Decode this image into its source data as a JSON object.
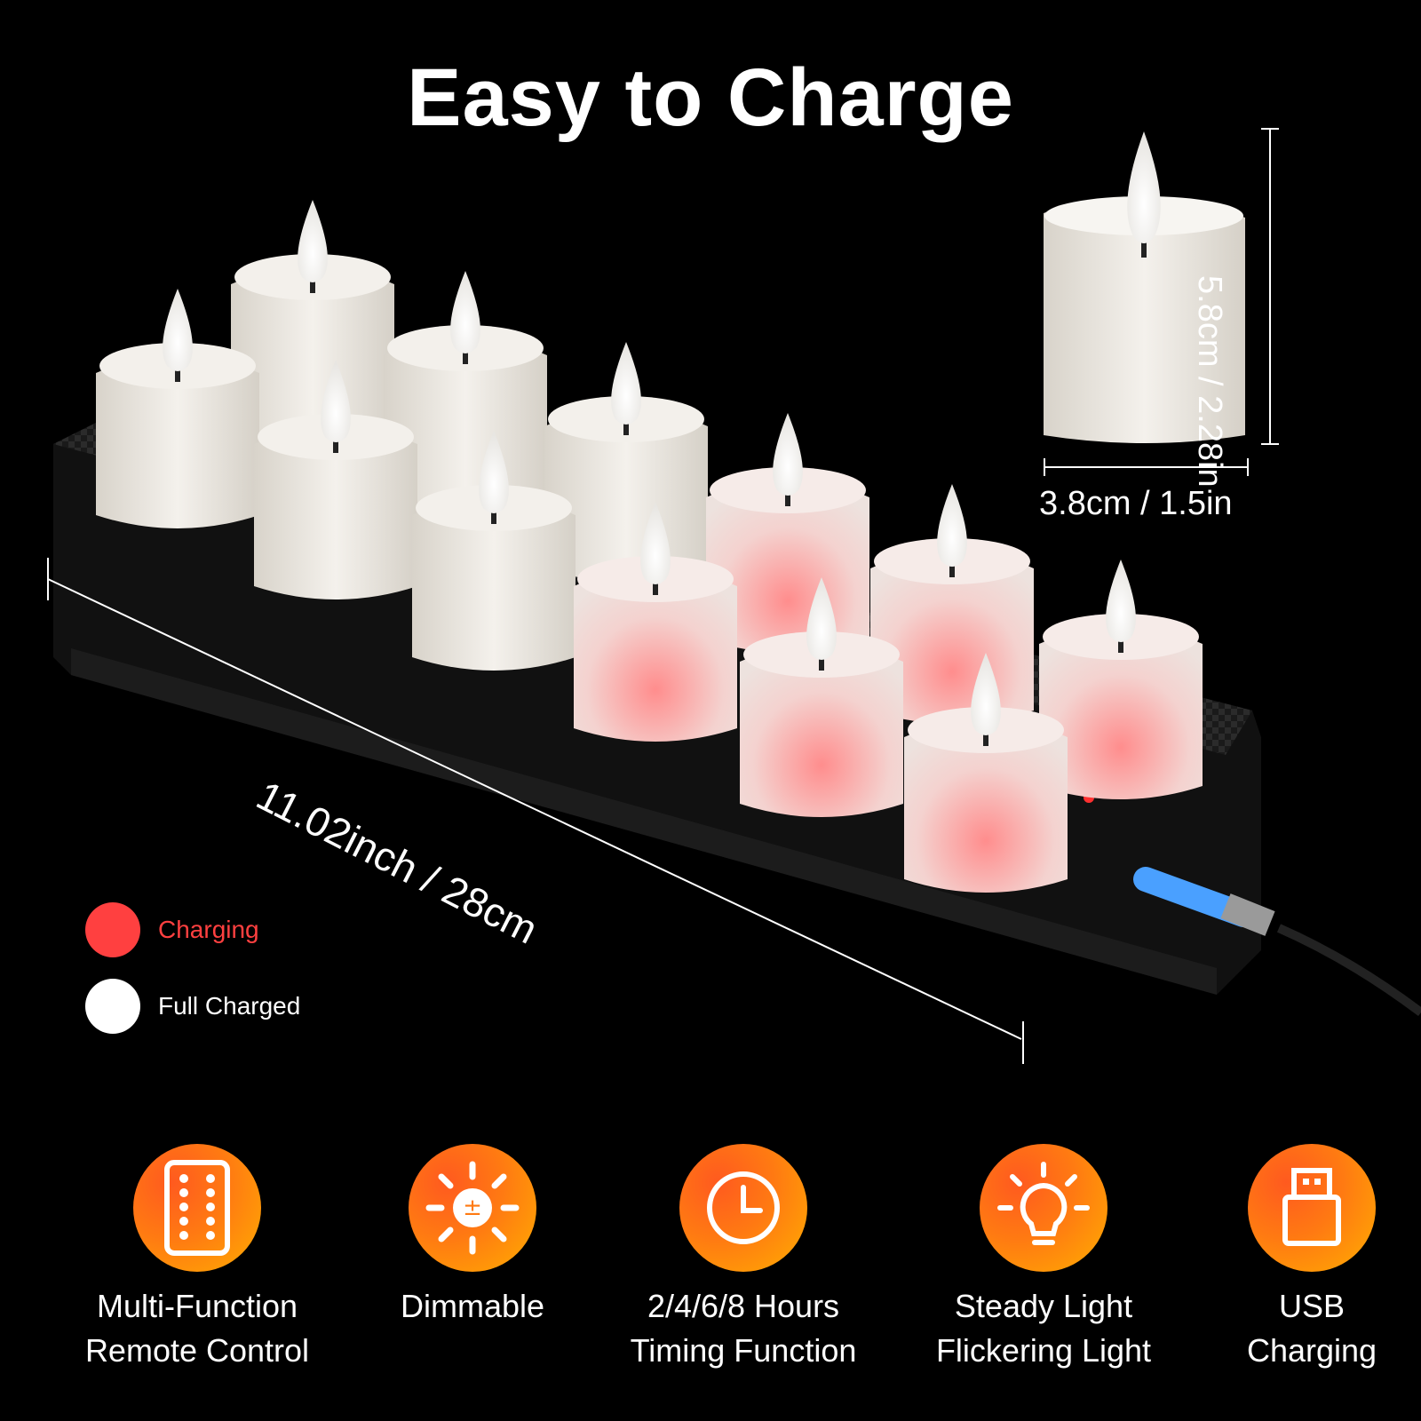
{
  "title": "Easy to Charge",
  "dimensions": {
    "candle_height": "5.8cm / 2.28in",
    "candle_width": "3.8cm / 1.5in",
    "tray_length": "11.02inch / 28cm"
  },
  "legend": [
    {
      "label": "Charging",
      "color": "#ff4040"
    },
    {
      "label": "Full Charged",
      "color": "#ffffff"
    }
  ],
  "features": [
    {
      "label": "Multi-Function\nRemote Control",
      "icon": "remote-control-icon"
    },
    {
      "label": "Dimmable",
      "icon": "brightness-icon"
    },
    {
      "label": "2/4/6/8 Hours\nTiming Function",
      "icon": "clock-icon"
    },
    {
      "label": "Steady Light\nFlickering Light",
      "icon": "lightbulb-icon"
    },
    {
      "label": "USB\nCharging",
      "icon": "usb-icon"
    }
  ],
  "colors": {
    "accent_start": "#ff5a1f",
    "accent_end": "#ffae00",
    "candle": "#eeeae3",
    "charging_glow": "#ff4d4d"
  }
}
